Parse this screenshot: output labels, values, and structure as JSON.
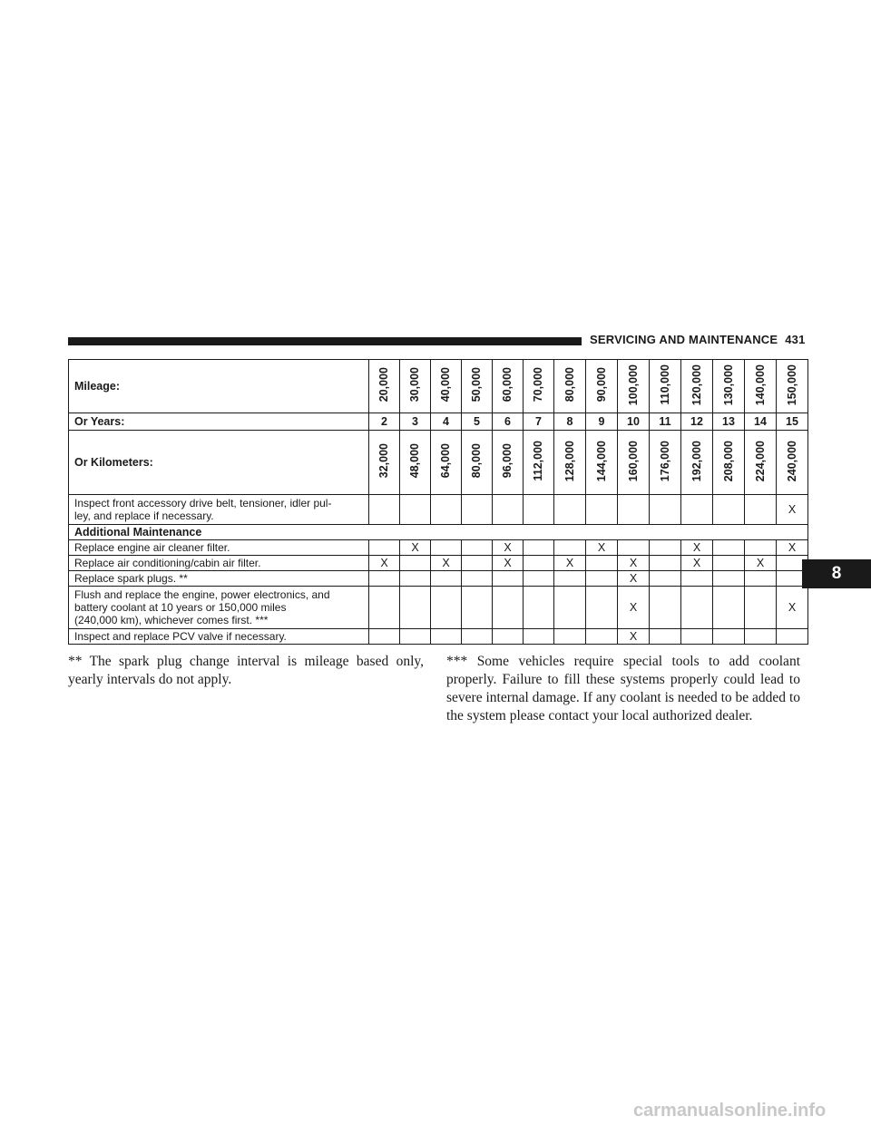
{
  "header": {
    "section_title": "SERVICING AND MAINTENANCE",
    "page_number": "431"
  },
  "chapter_tab": "8",
  "table": {
    "mileage_label": "Mileage:",
    "years_label": "Or Years:",
    "km_label": "Or Kilometers:",
    "mileage": [
      "20,000",
      "30,000",
      "40,000",
      "50,000",
      "60,000",
      "70,000",
      "80,000",
      "90,000",
      "100,000",
      "110,000",
      "120,000",
      "130,000",
      "140,000",
      "150,000"
    ],
    "years": [
      "2",
      "3",
      "4",
      "5",
      "6",
      "7",
      "8",
      "9",
      "10",
      "11",
      "12",
      "13",
      "14",
      "15"
    ],
    "kilometers": [
      "32,000",
      "48,000",
      "64,000",
      "80,000",
      "96,000",
      "112,000",
      "128,000",
      "144,000",
      "160,000",
      "176,000",
      "192,000",
      "208,000",
      "224,000",
      "240,000"
    ],
    "rows": [
      {
        "label": "Inspect front accessory drive belt, tensioner, idler pul-\nley, and replace if necessary.",
        "marks": [
          "",
          "",
          "",
          "",
          "",
          "",
          "",
          "",
          "",
          "",
          "",
          "",
          "",
          "X"
        ]
      }
    ],
    "section_heading": "Additional Maintenance",
    "additional_rows": [
      {
        "label": "Replace engine air cleaner filter.",
        "marks": [
          "",
          "X",
          "",
          "",
          "X",
          "",
          "",
          "X",
          "",
          "",
          "X",
          "",
          "",
          "X"
        ]
      },
      {
        "label": "Replace air conditioning/cabin air filter.",
        "marks": [
          "X",
          "",
          "X",
          "",
          "X",
          "",
          "X",
          "",
          "X",
          "",
          "X",
          "",
          "X",
          ""
        ]
      },
      {
        "label": "Replace spark plugs. **",
        "marks": [
          "",
          "",
          "",
          "",
          "",
          "",
          "",
          "",
          "X",
          "",
          "",
          "",
          "",
          ""
        ]
      },
      {
        "label": "Flush and replace the engine, power electronics, and\nbattery coolant at 10 years or 150,000 miles\n(240,000 km), whichever comes first. ***",
        "marks": [
          "",
          "",
          "",
          "",
          "",
          "",
          "",
          "",
          "X",
          "",
          "",
          "",
          "",
          "X"
        ]
      },
      {
        "label": "Inspect and replace PCV valve if necessary.",
        "marks": [
          "",
          "",
          "",
          "",
          "",
          "",
          "",
          "",
          "X",
          "",
          "",
          "",
          "",
          ""
        ]
      }
    ]
  },
  "footnotes": {
    "left": "** The spark plug change interval is mileage based only, yearly intervals do not apply.",
    "right": "*** Some vehicles require special tools to add coolant properly. Failure to fill these systems properly could lead to severe internal damage. If any coolant is needed to be added to the system please contact your local authorized dealer."
  },
  "watermark": "carmanualsonline.info"
}
